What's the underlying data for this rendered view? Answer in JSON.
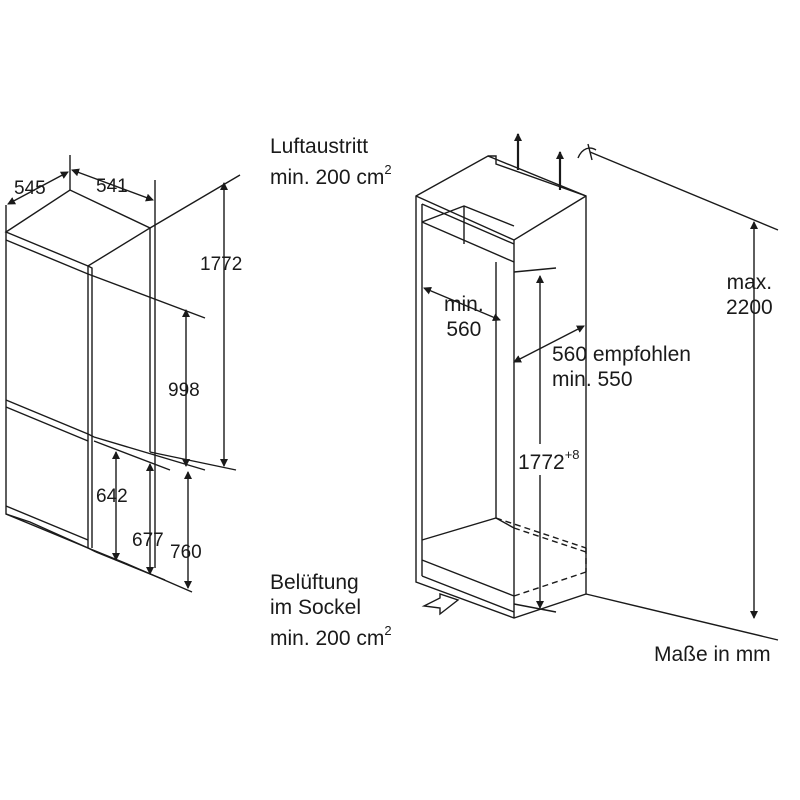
{
  "left_unit": {
    "depth_total": "545",
    "depth_body": "541",
    "height_total": "1772",
    "height_upper": "998",
    "height_lower_door": "642",
    "height_mid": "677",
    "height_joint": "760"
  },
  "niche": {
    "air_outlet": {
      "line1": "Luftaustritt",
      "line2": "min. 200 cm",
      "sup": "2"
    },
    "depth_min": {
      "line1": "min.",
      "line2": "560"
    },
    "depth_rec": {
      "line1": "560 empfohlen",
      "line2": "min. 550"
    },
    "niche_height": {
      "main": "1772",
      "sup": "+8"
    },
    "max_height": {
      "line1": "max.",
      "line2": "2200"
    },
    "ventilation": {
      "line1": "Belüftung",
      "line2": "im Sockel",
      "line3": "min. 200 cm",
      "sup": "2"
    }
  },
  "units_note": "Maße in mm",
  "colors": {
    "line": "#1a1a1a",
    "background": "#ffffff"
  }
}
